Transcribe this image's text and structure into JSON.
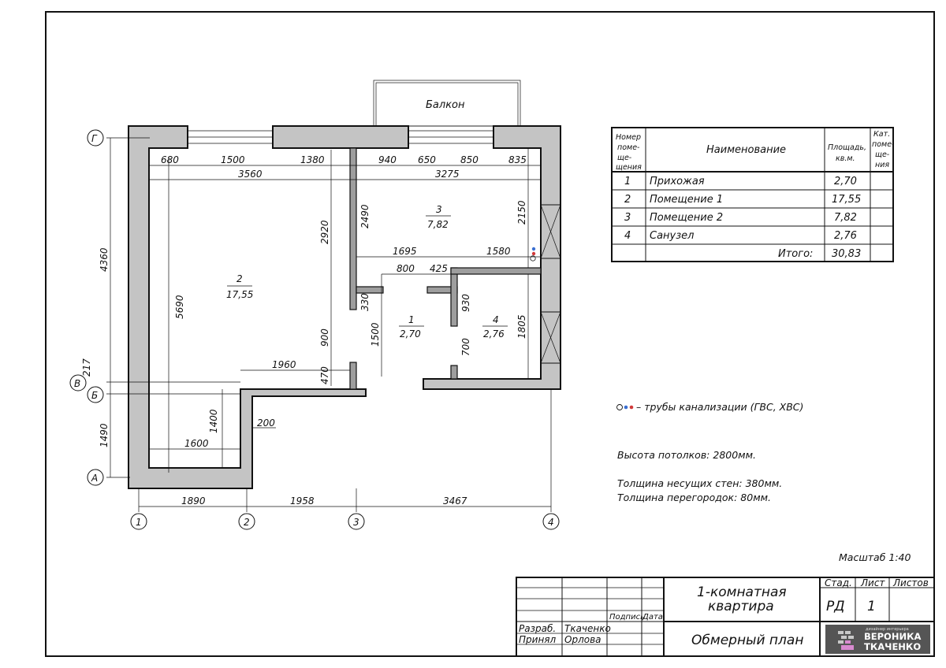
{
  "plan": {
    "balcony_label": "Балкон",
    "grid_axes_letters": [
      "Г",
      "В",
      "Б",
      "А"
    ],
    "grid_axes_numbers": [
      "1",
      "2",
      "3",
      "4"
    ],
    "dims_top": [
      "680",
      "1500",
      "1380",
      "940",
      "650",
      "850",
      "835"
    ],
    "dims_top_total": [
      "3560",
      "3275"
    ],
    "dims_bottom": [
      "1890",
      "1958",
      "3467"
    ],
    "dims_left": [
      "4360",
      "217",
      "1490"
    ],
    "dims_inner": {
      "d5690": "5690",
      "d2920": "2920",
      "d2490": "2490",
      "d2150": "2150",
      "d1695": "1695",
      "d1580": "1580",
      "d800": "800",
      "d425": "425",
      "d330": "330",
      "d930": "930",
      "d1500": "1500",
      "d900": "900",
      "d1805": "1805",
      "d700": "700",
      "d1960": "1960",
      "d470": "470",
      "d1400": "1400",
      "d200": "200",
      "d1600": "1600"
    },
    "rooms": [
      {
        "num": "2",
        "area": "17,55"
      },
      {
        "num": "3",
        "area": "7,82"
      },
      {
        "num": "1",
        "area": "2,70"
      },
      {
        "num": "4",
        "area": "2,76"
      }
    ]
  },
  "table": {
    "headers": {
      "num": "Номер поме- щения",
      "name": "Наименование",
      "area": "Площадь, кв.м.",
      "cat": "Кат. поме- ще- ния"
    },
    "rows": [
      {
        "num": "1",
        "name": "Прихожая",
        "area": "2,70"
      },
      {
        "num": "2",
        "name": "Помещение 1",
        "area": "17,55"
      },
      {
        "num": "3",
        "name": "Помещение 2",
        "area": "7,82"
      },
      {
        "num": "4",
        "name": "Санузел",
        "area": "2,76"
      }
    ],
    "total_label": "Итого:",
    "total_value": "30,83"
  },
  "notes": {
    "pipes": "– трубы канализации (ГВС, ХВС)",
    "ceiling": "Высота потолков: 2800мм.",
    "walls": "Толщина несущих стен: 380мм.",
    "partitions": "Толщина перегородок: 80мм.",
    "scale": "Масштаб 1:40"
  },
  "stamp": {
    "title": "1-комнатная квартира",
    "title_line1": "1-комнатная",
    "title_line2": "квартира",
    "sheet_name": "Обмерный план",
    "stage_label": "Стад.",
    "sheet_label": "Лист",
    "sheets_label": "Листов",
    "stage_value": "РД",
    "sheet_value": "1",
    "signature_label": "Подпись",
    "date_label": "Дата",
    "developed_label": "Разраб.",
    "developed_name": "Ткаченко",
    "accepted_label": "Принял",
    "accepted_name": "Орлова",
    "logo_small": "дизайнер интерьера",
    "logo_line1": "ВЕРОНИКА",
    "logo_line2": "ТКАЧЕНКО",
    "colors": {
      "logo_bg": "#555555",
      "pipe_blue": "#3a6fd1",
      "pipe_red": "#d13a3a"
    }
  }
}
